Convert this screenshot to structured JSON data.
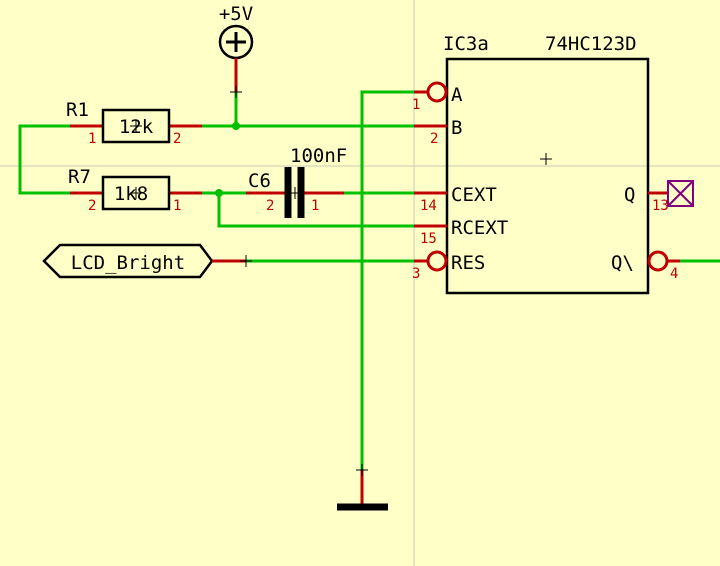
{
  "colors": {
    "background": "#ffffc8",
    "wire": "#00c000",
    "pin": "#c00000",
    "body": "#000000",
    "pin_number": "#c00000",
    "label": "#000000",
    "grid_line": "#c8c8b4",
    "no_connect": "#800080"
  },
  "power": {
    "label": "+5V"
  },
  "ic": {
    "ref": "IC3a",
    "value": "74HC123D",
    "pins": {
      "A": {
        "name": "A",
        "num": "1"
      },
      "B": {
        "name": "B",
        "num": "2"
      },
      "CEXT": {
        "name": "CEXT",
        "num": "14"
      },
      "RCEXT": {
        "name": "RCEXT",
        "num": "15"
      },
      "RES": {
        "name": "RES",
        "num": "3"
      },
      "Q": {
        "name": "Q",
        "num": "13"
      },
      "QN": {
        "name": "Q\\",
        "num": "4"
      }
    }
  },
  "r1": {
    "ref": "R1",
    "value": "12k",
    "pin_left": "1",
    "pin_right": "2"
  },
  "r7": {
    "ref": "R7",
    "value": "1k8",
    "pin_left": "2",
    "pin_right": "1"
  },
  "c6": {
    "ref": "C6",
    "value": "100nF",
    "pin_left": "2",
    "pin_right": "1"
  },
  "net_label": {
    "text": "LCD_Bright"
  }
}
